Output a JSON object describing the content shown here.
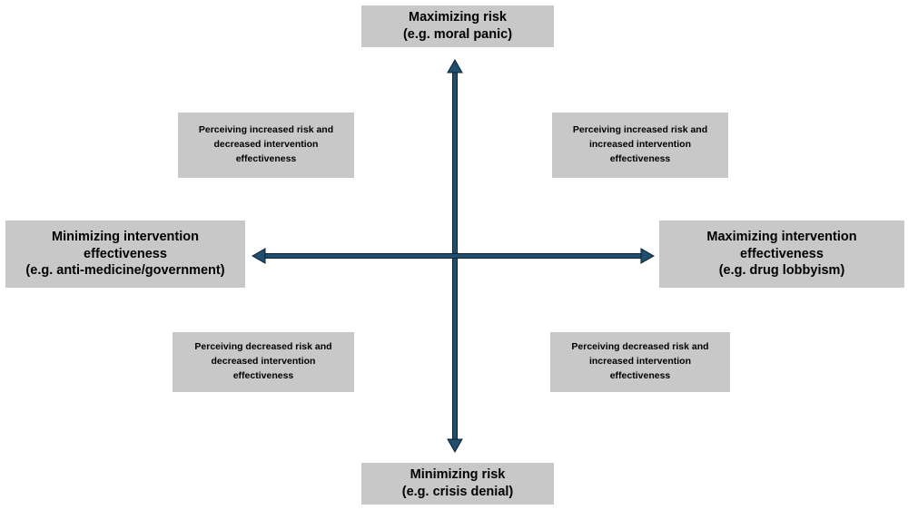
{
  "axes": {
    "color": "#1f4e6e",
    "outline": "#0b2233"
  },
  "poles": {
    "top": {
      "line1": "Maximizing risk",
      "line2": "(e.g. moral panic)"
    },
    "bottom": {
      "line1": "Minimizing risk",
      "line2": "(e.g. crisis denial)"
    },
    "left": {
      "line1": "Minimizing intervention",
      "line2": "effectiveness",
      "line3": "(e.g. anti-medicine/government)"
    },
    "right": {
      "line1": "Maximizing intervention",
      "line2": "effectiveness",
      "line3": "(e.g. drug lobbyism)"
    }
  },
  "quadrants": {
    "top_left": {
      "line1": "Perceiving increased risk and",
      "line2": "decreased intervention",
      "line3": "effectiveness"
    },
    "top_right": {
      "line1": "Perceiving increased risk and",
      "line2": "increased intervention",
      "line3": "effectiveness"
    },
    "bottom_left": {
      "line1": "Perceiving decreased risk and",
      "line2": "decreased intervention",
      "line3": "effectiveness"
    },
    "bottom_right": {
      "line1": "Perceiving decreased risk and",
      "line2": "increased intervention",
      "line3": "effectiveness"
    }
  },
  "box_color": "#c8c8c8"
}
